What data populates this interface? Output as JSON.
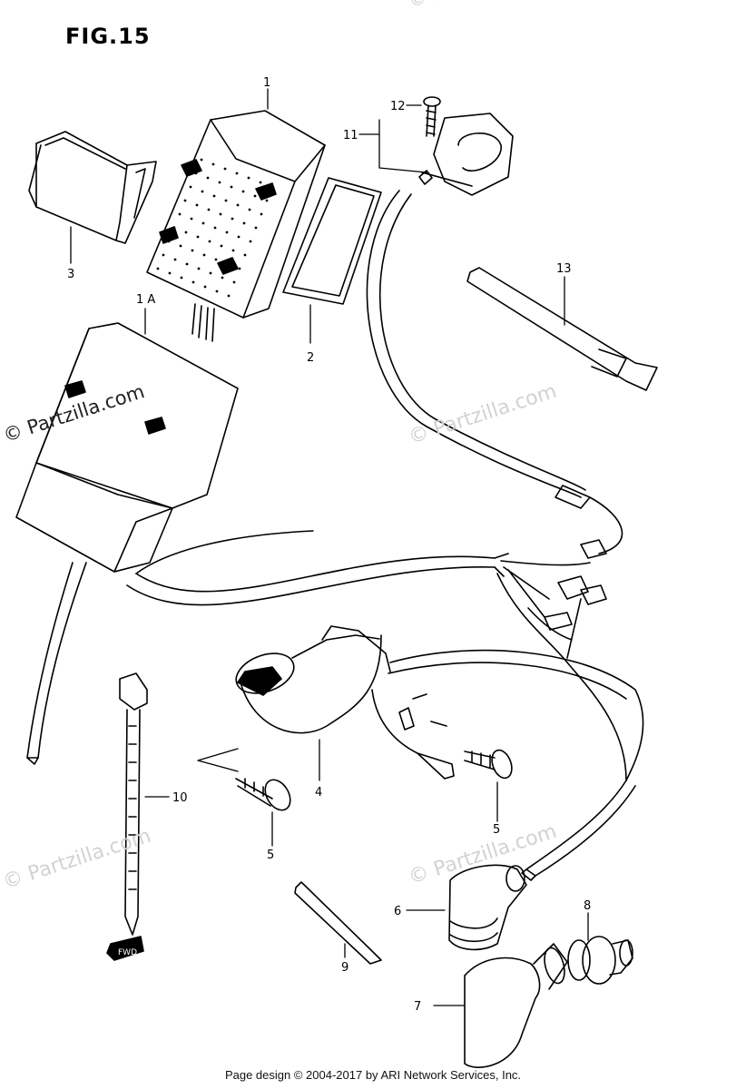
{
  "figure": {
    "title": "FIG.15",
    "footer": "Page design © 2004-2017 by ARI Network Services, Inc."
  },
  "watermarks": {
    "main": "© Partzilla.com",
    "faint_1": "© Partzilla.com",
    "faint_2": "© Partzilla.com",
    "faint_3": "© Partzilla.com",
    "faint_4": "© Partzilla.com"
  },
  "callouts": {
    "c1": "1",
    "c1a": "1 A",
    "c2": "2",
    "c3": "3",
    "c4": "4",
    "c5a": "5",
    "c5b": "5",
    "c6": "6",
    "c7": "7",
    "c8": "8",
    "c9": "9",
    "c10": "10",
    "c11": "11",
    "c12": "12",
    "c13": "13"
  },
  "direction_marker": "FWD"
}
